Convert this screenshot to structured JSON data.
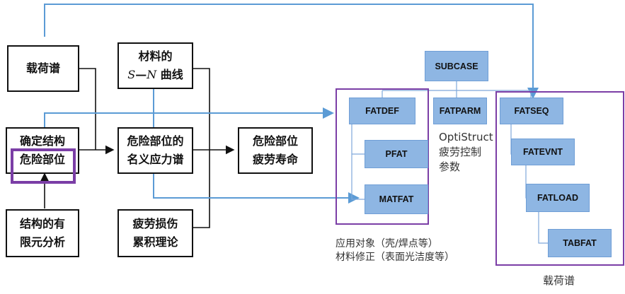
{
  "left_flow": {
    "load_spectrum": "载荷谱",
    "material_sn_line1": "材料的",
    "material_sn_s": "S",
    "material_sn_dash": "—",
    "material_sn_n": "N",
    "material_sn_curve": " 曲线",
    "determine_structure": "确定结构",
    "danger_zone": "危险部位",
    "nominal_stress_line1": "危险部位的",
    "nominal_stress_line2": "名义应力谱",
    "fatigue_life_line1": "危险部位",
    "fatigue_life_line2": "疲劳寿命",
    "fem_line1": "结构的有",
    "fem_line2": "限元分析",
    "damage_line1": "疲劳损伤",
    "damage_line2": "累积理论"
  },
  "optistruct": {
    "subcase": "SUBCASE",
    "fatdef": "FATDEF",
    "pfat": "PFAT",
    "matfat": "MATFAT",
    "fatparm": "FATPARM",
    "fatparm_caption": [
      "OptiStruct",
      "疲劳控制",
      "参数"
    ],
    "fatseq": "FATSEQ",
    "fatevnt": "FATEVNT",
    "fatload": "FATLOAD",
    "tabfat": "TABFAT",
    "fatdef_caption": [
      "应用对象（壳/焊点等）",
      "材料修正（表面光洁度等）"
    ],
    "fatseq_caption": "载荷谱"
  },
  "colors": {
    "blue_box": "#8eb6e3",
    "arrow_blue": "#5b9bd5",
    "highlight_purple": "#7b3ea6",
    "tree_line": "#7fa8da"
  }
}
